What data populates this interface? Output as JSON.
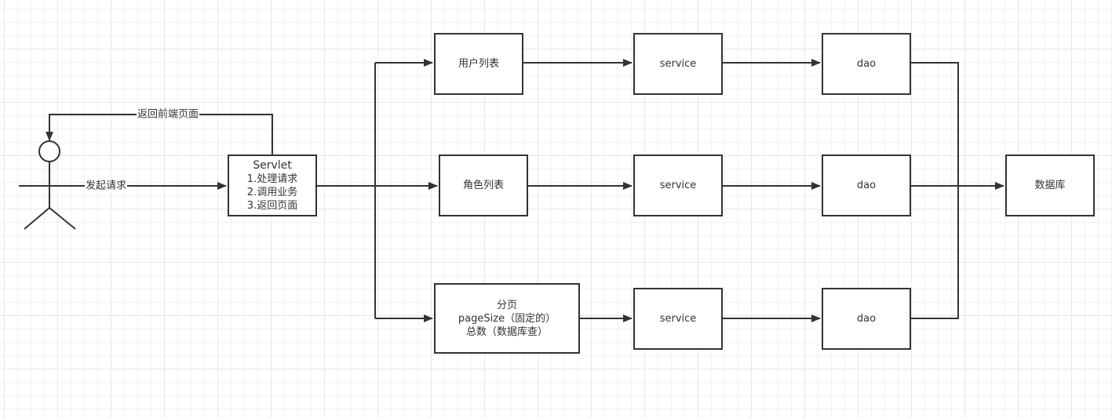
{
  "diagram": {
    "actor": {
      "label": ""
    },
    "edges": {
      "request_label": "发起请求",
      "response_label": "返回前端页面"
    },
    "servlet": {
      "title": "Servlet",
      "lines": [
        "1.处理请求",
        "2.调用业务",
        "3.返回页面"
      ]
    },
    "branches": [
      {
        "entry": [
          "用户列表"
        ],
        "service": "service",
        "dao": "dao"
      },
      {
        "entry": [
          "角色列表"
        ],
        "service": "service",
        "dao": "dao"
      },
      {
        "entry": [
          "分页",
          "pageSize（固定的）",
          "总数（数据库查）"
        ],
        "service": "service",
        "dao": "dao"
      }
    ],
    "database": "数据库",
    "colors": {
      "stroke": "#333333",
      "grid_minor": "#f2f2f2",
      "grid_major": "#e8e8e8"
    }
  }
}
